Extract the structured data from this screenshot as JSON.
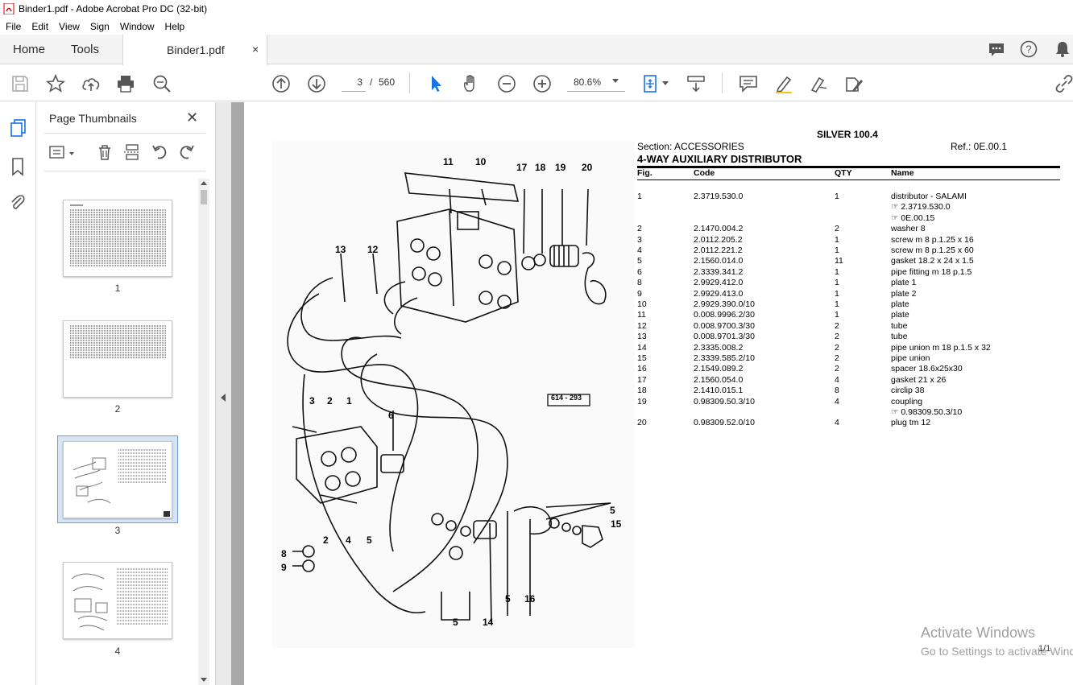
{
  "window": {
    "title": "Binder1.pdf - Adobe Acrobat Pro DC (32-bit)"
  },
  "menu": [
    "File",
    "Edit",
    "View",
    "Sign",
    "Window",
    "Help"
  ],
  "tabs": {
    "home": "Home",
    "tools": "Tools",
    "document": "Binder1.pdf",
    "close": "×"
  },
  "toolbar": {
    "current_page": "3",
    "page_sep": "/",
    "total_pages": "560",
    "zoom": "80.6%"
  },
  "panel": {
    "title": "Page Thumbnails",
    "close": "✕",
    "thumbnails": [
      {
        "label": "1",
        "selected": false
      },
      {
        "label": "2",
        "selected": false
      },
      {
        "label": "3",
        "selected": true
      },
      {
        "label": "4",
        "selected": false
      }
    ]
  },
  "document": {
    "header_model": "SILVER 100.4",
    "section": "Section: ACCESSORIES",
    "ref": "Ref.: 0E.00.1",
    "title": "4-WAY AUXILIARY DISTRIBUTOR",
    "columns": [
      "Fig.",
      "Code",
      "QTY",
      "Name"
    ],
    "drawing_ref": "614 - 293",
    "drawing_callouts": [
      "11",
      "10",
      "17",
      "18",
      "19",
      "20",
      "13",
      "12",
      "3",
      "2",
      "1",
      "6",
      "8",
      "9",
      "2",
      "4",
      "5",
      "5",
      "15",
      "5",
      "16",
      "5",
      "14"
    ],
    "rows": [
      {
        "fig": "1",
        "code": "2.3719.530.0",
        "qty": "1",
        "name": "distributor - SALAMI"
      },
      {
        "fig": "",
        "code": "",
        "qty": "",
        "name": "☞ 2.3719.530.0"
      },
      {
        "fig": "",
        "code": "",
        "qty": "",
        "name": "☞ 0E.00.15"
      },
      {
        "fig": "2",
        "code": "2.1470.004.2",
        "qty": "2",
        "name": "washer 8"
      },
      {
        "fig": "3",
        "code": "2.0112.205.2",
        "qty": "1",
        "name": "screw m 8 p.1.25 x 16"
      },
      {
        "fig": "4",
        "code": "2.0112.221.2",
        "qty": "1",
        "name": "screw m 8 p.1.25 x 60"
      },
      {
        "fig": "5",
        "code": "2.1560.014.0",
        "qty": "11",
        "name": "gasket 18.2 x 24 x 1.5"
      },
      {
        "fig": "6",
        "code": "2.3339.341.2",
        "qty": "1",
        "name": "pipe fitting m 18 p.1.5"
      },
      {
        "fig": "8",
        "code": "2.9929.412.0",
        "qty": "1",
        "name": "plate 1"
      },
      {
        "fig": "9",
        "code": "2.9929.413.0",
        "qty": "1",
        "name": "plate 2"
      },
      {
        "fig": "10",
        "code": "2.9929.390.0/10",
        "qty": "1",
        "name": "plate"
      },
      {
        "fig": "11",
        "code": "0.008.9996.2/30",
        "qty": "1",
        "name": "plate"
      },
      {
        "fig": "12",
        "code": "0.008.9700.3/30",
        "qty": "2",
        "name": "tube"
      },
      {
        "fig": "13",
        "code": "0.008.9701.3/30",
        "qty": "2",
        "name": "tube"
      },
      {
        "fig": "14",
        "code": "2.3335.008.2",
        "qty": "2",
        "name": "pipe union m 18 p.1.5 x 32"
      },
      {
        "fig": "15",
        "code": "2.3339.585.2/10",
        "qty": "2",
        "name": "pipe union"
      },
      {
        "fig": "16",
        "code": "2.1549.089.2",
        "qty": "2",
        "name": "spacer 18.6x25x30"
      },
      {
        "fig": "17",
        "code": "2.1560.054.0",
        "qty": "4",
        "name": "gasket 21 x 26"
      },
      {
        "fig": "18",
        "code": "2.1410.015.1",
        "qty": "8",
        "name": "circlip 38"
      },
      {
        "fig": "19",
        "code": "0.98309.50.3/10",
        "qty": "4",
        "name": "coupling"
      },
      {
        "fig": "",
        "code": "",
        "qty": "",
        "name": "☞ 0.98309.50.3/10"
      },
      {
        "fig": "20",
        "code": "0.98309.52.0/10",
        "qty": "4",
        "name": "plug tm 12"
      }
    ],
    "page_count": "1/1"
  },
  "watermark": {
    "line1": "Activate Windows",
    "line2": "Go to Settings to activate Windows."
  }
}
